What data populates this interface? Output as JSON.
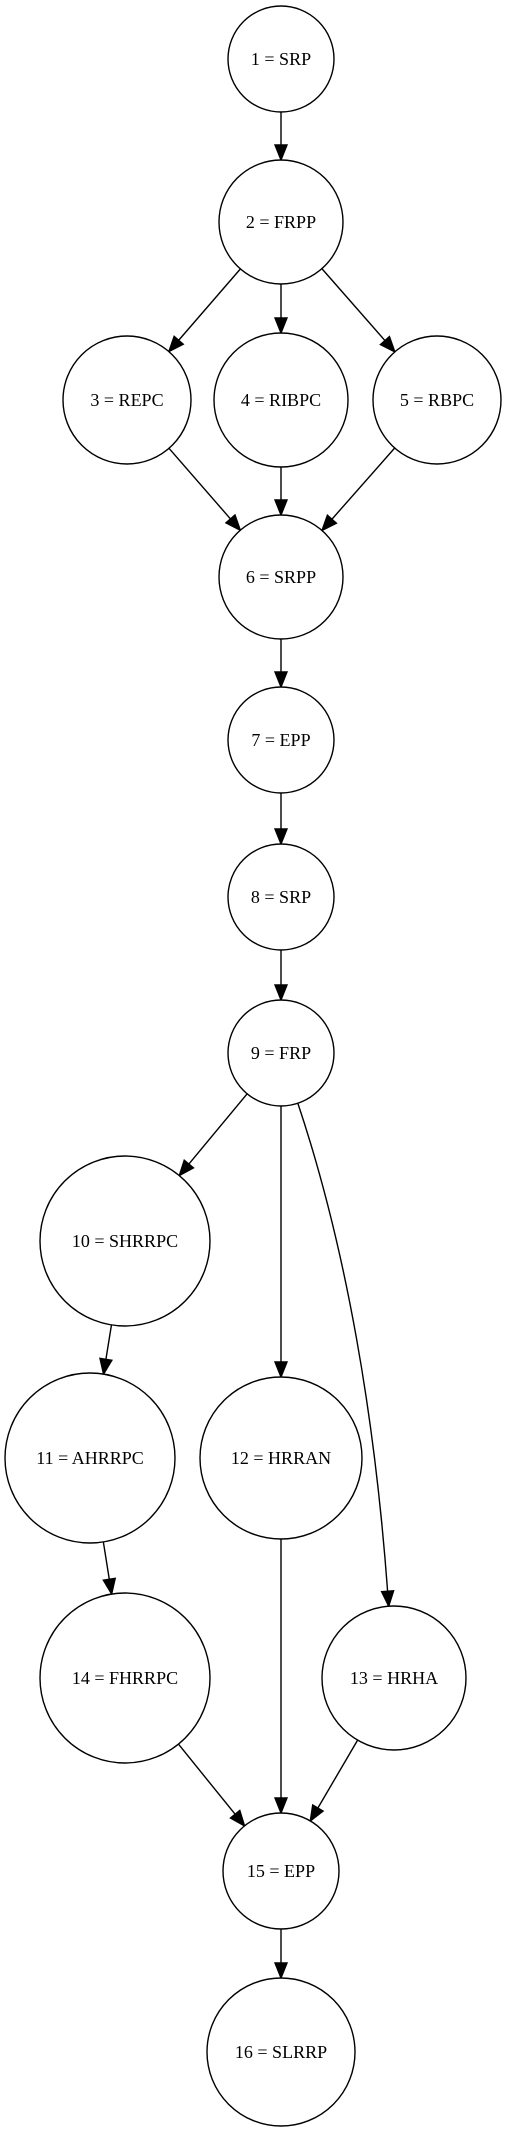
{
  "diagram": {
    "type": "directed-graph",
    "nodes": [
      {
        "id": "n1",
        "label": "1 = SRP"
      },
      {
        "id": "n2",
        "label": "2 = FRPP"
      },
      {
        "id": "n3",
        "label": "3 = REPC"
      },
      {
        "id": "n4",
        "label": "4 = RIBPC"
      },
      {
        "id": "n5",
        "label": "5 = RBPC"
      },
      {
        "id": "n6",
        "label": "6 = SRPP"
      },
      {
        "id": "n7",
        "label": "7 = EPP"
      },
      {
        "id": "n8",
        "label": "8 = SRP"
      },
      {
        "id": "n9",
        "label": "9 = FRP"
      },
      {
        "id": "n10",
        "label": "10 = SHRRPC"
      },
      {
        "id": "n11",
        "label": "11 = AHRRPC"
      },
      {
        "id": "n12",
        "label": "12 = HRRAN"
      },
      {
        "id": "n13",
        "label": "13 = HRHA"
      },
      {
        "id": "n14",
        "label": "14 = FHRRPC"
      },
      {
        "id": "n15",
        "label": "15 = EPP"
      },
      {
        "id": "n16",
        "label": "16 = SLRRP"
      }
    ],
    "edges": [
      {
        "from": "n1",
        "to": "n2"
      },
      {
        "from": "n2",
        "to": "n3"
      },
      {
        "from": "n2",
        "to": "n4"
      },
      {
        "from": "n2",
        "to": "n5"
      },
      {
        "from": "n3",
        "to": "n6"
      },
      {
        "from": "n4",
        "to": "n6"
      },
      {
        "from": "n5",
        "to": "n6"
      },
      {
        "from": "n6",
        "to": "n7"
      },
      {
        "from": "n7",
        "to": "n8"
      },
      {
        "from": "n8",
        "to": "n9"
      },
      {
        "from": "n9",
        "to": "n10"
      },
      {
        "from": "n9",
        "to": "n12"
      },
      {
        "from": "n9",
        "to": "n13"
      },
      {
        "from": "n10",
        "to": "n11"
      },
      {
        "from": "n11",
        "to": "n14"
      },
      {
        "from": "n14",
        "to": "n15"
      },
      {
        "from": "n12",
        "to": "n15"
      },
      {
        "from": "n13",
        "to": "n15"
      },
      {
        "from": "n15",
        "to": "n16"
      }
    ]
  }
}
